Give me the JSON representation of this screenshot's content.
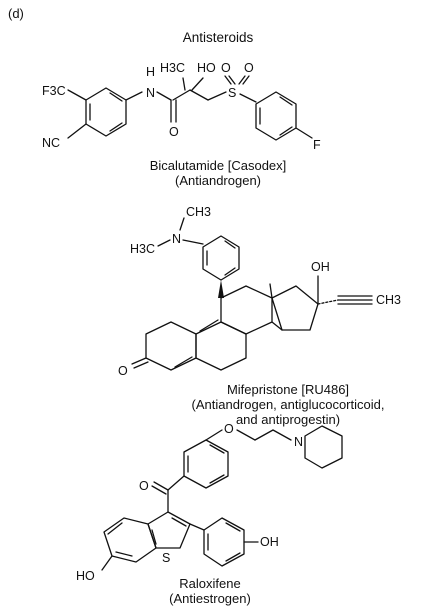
{
  "panel_label": "(d)",
  "title": "Antisteroids",
  "molecules": [
    {
      "name": "Bicalutamide [Casodex]",
      "role": "(Antiandrogen)",
      "atom_labels": {
        "cf3": "F3C",
        "cn": "NC",
        "nh_h": "H",
        "nh_n": "N",
        "ch3": "H3C",
        "oh": "HO",
        "s": "S",
        "o1": "O",
        "o2": "O",
        "o3": "O",
        "f": "F"
      }
    },
    {
      "name": "Mifepristone [RU486]",
      "role_lines": [
        "(Antiandrogen, antiglucocorticoid,",
        "and antiprogestin)"
      ],
      "atom_labels": {
        "ch3_top": "CH3",
        "n": "N",
        "h3c": "H3C",
        "oh": "OH",
        "ch3_right": "CH3",
        "o": "O"
      }
    },
    {
      "name": "Raloxifene",
      "role": "(Antiestrogen)",
      "atom_labels": {
        "o_ether": "O",
        "n": "N",
        "o_ketone": "O",
        "s": "S",
        "oh_left": "HO",
        "oh_right": "OH"
      }
    }
  ]
}
